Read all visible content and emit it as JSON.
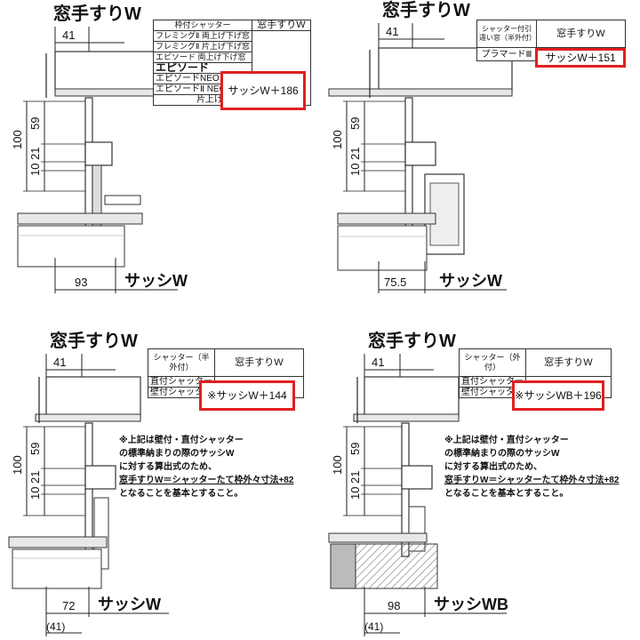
{
  "panels": [
    {
      "title": "窓手すりW",
      "top_dim": "41",
      "vdims": [
        "100",
        "59",
        "21",
        "10"
      ],
      "bottom_dim": "93",
      "sash_label": "サッシW",
      "table": {
        "col1_header": "枠付シャッター",
        "col2_header": "窓手すりW",
        "rows": [
          "フレミングⅡ 両上げ下げ窓",
          "フレミングⅡ 片上げ下げ窓",
          "エピソード 両上げ下げ窓",
          "エピソード",
          "エピソードNEO",
          "エピソードⅡ NEO",
          "片上げ下げ窓"
        ],
        "value": "サッシW＋186"
      }
    },
    {
      "title": "窓手すりW",
      "top_dim": "41",
      "vdims": [
        "100",
        "59",
        "21",
        "10"
      ],
      "bottom_dim": "75.5",
      "sash_label": "サッシW",
      "table": {
        "col1_header": "シャッター付引違い窓（半外付）",
        "col2_header": "窓手すりW",
        "rows": [
          "プラマードⅢ"
        ],
        "value": "サッシW＋151"
      }
    },
    {
      "title": "窓手すりW",
      "top_dim": "41",
      "vdims": [
        "100",
        "59",
        "21",
        "10"
      ],
      "bottom_dim": "72",
      "bottom_sub": "(41)",
      "sash_label": "サッシW",
      "table": {
        "col1_header": "シャッター（半外付）",
        "col2_header": "窓手すりW",
        "rows": [
          "直付シャッター",
          "壁付シャッター"
        ],
        "value": "※サッシW＋144"
      },
      "note": [
        "※上記は壁付・直付シャッター",
        "の標準納まりの際のサッシW",
        "に対する算出式のため、",
        "窓手すりW＝シャッターたて枠外々寸法+82",
        "となることを基本とすること。"
      ]
    },
    {
      "title": "窓手すりW",
      "top_dim": "41",
      "vdims": [
        "100",
        "59",
        "21",
        "10"
      ],
      "bottom_dim": "98",
      "bottom_sub": "(41)",
      "sash_label": "サッシWB",
      "table": {
        "col1_header": "シャッター（外付）",
        "col2_header": "窓手すりW",
        "rows": [
          "直付シャッター",
          "壁付シャッター"
        ],
        "value": "※サッシWB＋196"
      },
      "note": [
        "※上記は壁付・直付シャッター",
        "の標準納まりの際のサッシW",
        "に対する算出式のため、",
        "窓手すりW＝シャッターたて枠外々寸法+82",
        "となることを基本とすること。"
      ]
    }
  ]
}
